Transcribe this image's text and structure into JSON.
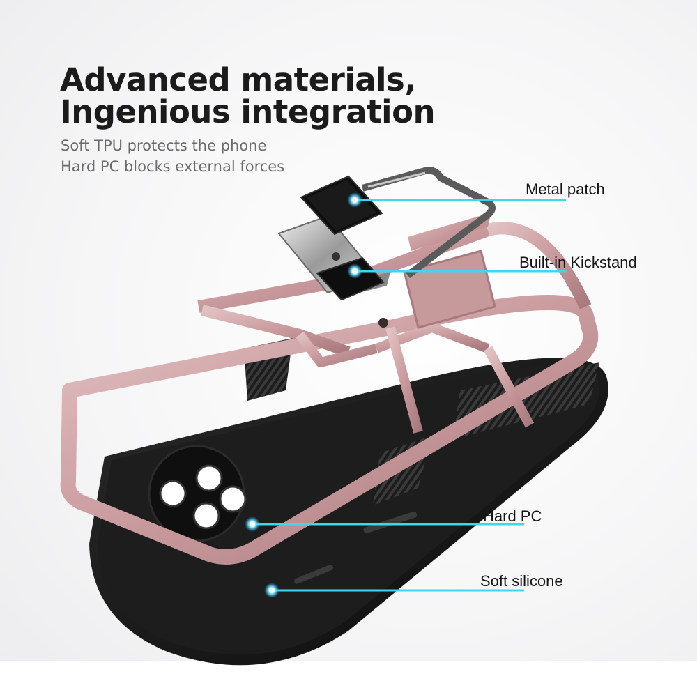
{
  "headline": {
    "line1": "Advanced materials,",
    "line2": "Ingenious integration"
  },
  "subheadline": {
    "line1": "Soft TPU protects the phone",
    "line2": "Hard PC blocks external forces"
  },
  "callouts": [
    {
      "label": "Metal patch"
    },
    {
      "label": "Built-in Kickstand"
    },
    {
      "label": "Hard PC"
    },
    {
      "label": "Soft silicone"
    }
  ],
  "colors": {
    "accent_line": "#3fd7ef",
    "frame_rose": "#c9a0a2",
    "case_black": "#141414",
    "text_dark": "#1b1b1b",
    "text_gray": "#6b6b6b"
  }
}
